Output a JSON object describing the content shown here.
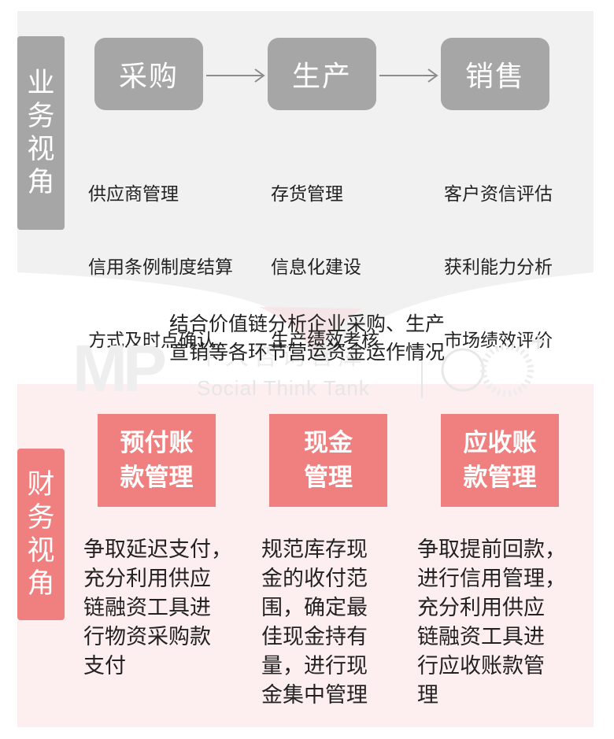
{
  "business": {
    "side_label": [
      "业",
      "务",
      "视",
      "角"
    ],
    "processes": [
      {
        "title": "采购",
        "items": [
          "供应商管理",
          "信用条例制度结算",
          "方式及时点确认",
          "……"
        ]
      },
      {
        "title": "生产",
        "items": [
          "存货管理",
          "信息化建设",
          "生产绩效考核",
          "……"
        ]
      },
      {
        "title": "销售",
        "items": [
          "客户资信评估",
          "获利能力分析",
          "市场绩效评价",
          "……"
        ]
      }
    ]
  },
  "middle": {
    "lines": [
      "结合价值链分析企业采购、生产",
      "宣销等各环节营运资金运作情况"
    ]
  },
  "watermark": {
    "logo": "MP",
    "cn": "中大咨询智库",
    "en": "Social Think Tank"
  },
  "finance": {
    "side_label": [
      "财",
      "务",
      "视",
      "角"
    ],
    "areas": [
      {
        "title": [
          "预付账",
          "款管理"
        ],
        "desc": [
          "争取延迟支付，",
          "充分利用供应",
          "链融资工具进",
          "行物资采购款",
          "支付"
        ]
      },
      {
        "title": [
          "现金",
          "管理"
        ],
        "desc": [
          "规范库存现",
          "金的收付范",
          "围，确定最",
          "佳现金持有",
          "量，进行现",
          "金集中管理"
        ]
      },
      {
        "title": [
          "应收账",
          "款管理"
        ],
        "desc": [
          "争取提前回款，",
          "进行信用管理，",
          "充分利用供应",
          "链融资工具进",
          "行应收账款管",
          "理"
        ]
      }
    ]
  },
  "colors": {
    "business_gray": "#a6a6a6",
    "business_bg": "#f1f1f1",
    "finance_red": "#f08080",
    "finance_bg": "#fdeef0"
  }
}
